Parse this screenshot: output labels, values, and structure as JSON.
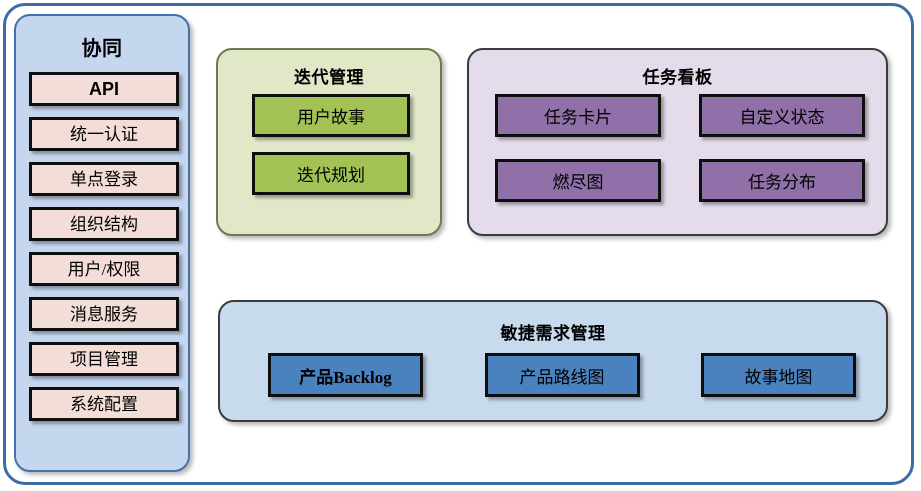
{
  "diagram": {
    "title_visible": false
  },
  "sidebar": {
    "title": "协同",
    "items": [
      {
        "label": "API",
        "script": "latin"
      },
      {
        "label": "统一认证",
        "script": "han"
      },
      {
        "label": "单点登录",
        "script": "han"
      },
      {
        "label": "组织结构",
        "script": "han"
      },
      {
        "label": "用户/权限",
        "script": "han"
      },
      {
        "label": "消息服务",
        "script": "han"
      },
      {
        "label": "项目管理",
        "script": "han"
      },
      {
        "label": "系统配置",
        "script": "han"
      }
    ],
    "colors": {
      "panel_fill": "#c5d6ef",
      "panel_border": "#4272a8",
      "item_fill": "#f3ddd9",
      "item_border": "#0e0e0e"
    }
  },
  "iteration": {
    "title": "迭代管理",
    "items": [
      {
        "label": "用户故事"
      },
      {
        "label": "迭代规划"
      }
    ],
    "colors": {
      "panel_fill": "#e0e8c7",
      "panel_border": "#6d7a4e",
      "item_fill": "#a3c256",
      "item_border": "#0e0e0e"
    }
  },
  "taskboard": {
    "title": "任务看板",
    "items": [
      {
        "label": "任务卡片"
      },
      {
        "label": "自定义状态"
      },
      {
        "label": "燃尽图"
      },
      {
        "label": "任务分布"
      }
    ],
    "colors": {
      "panel_fill": "#e4dcea",
      "panel_border": "#3b3b3b",
      "item_fill": "#9070a8",
      "item_border": "#0e0e0e"
    }
  },
  "agile": {
    "title": "敏捷需求管理",
    "items": [
      {
        "label": "产品Backlog",
        "script": "mixed"
      },
      {
        "label": "产品路线图",
        "script": "han"
      },
      {
        "label": "故事地图",
        "script": "han"
      }
    ],
    "colors": {
      "panel_fill": "#c7daee",
      "panel_border": "#3b3b3b",
      "item_fill": "#4a81bf",
      "item_border": "#0e0e0e"
    }
  },
  "frame": {
    "border_color": "#3d6ca4",
    "background": "#ffffff"
  }
}
